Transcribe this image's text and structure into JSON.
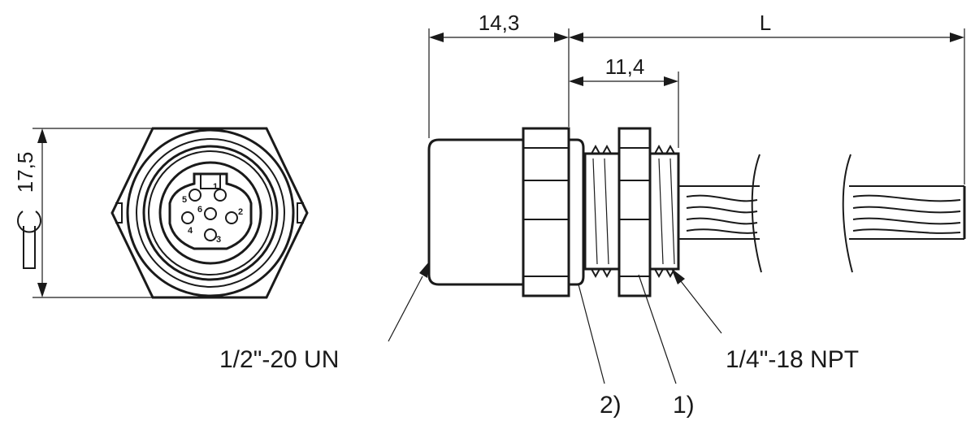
{
  "dimensions": {
    "width_across_flats": "17,5",
    "body_length": "14,3",
    "thread_length": "11,4",
    "cable_length": "L"
  },
  "callouts": {
    "front_thread": "1/2\"-20 UN",
    "rear_thread": "1/4\"-18 NPT",
    "item_1": "1)",
    "item_2": "2)"
  },
  "pins": [
    "1",
    "2",
    "3",
    "4",
    "5",
    "6"
  ],
  "colors": {
    "line": "#1a1a1a",
    "background": "#ffffff"
  },
  "icons": {
    "wrench": "wrench-icon"
  }
}
